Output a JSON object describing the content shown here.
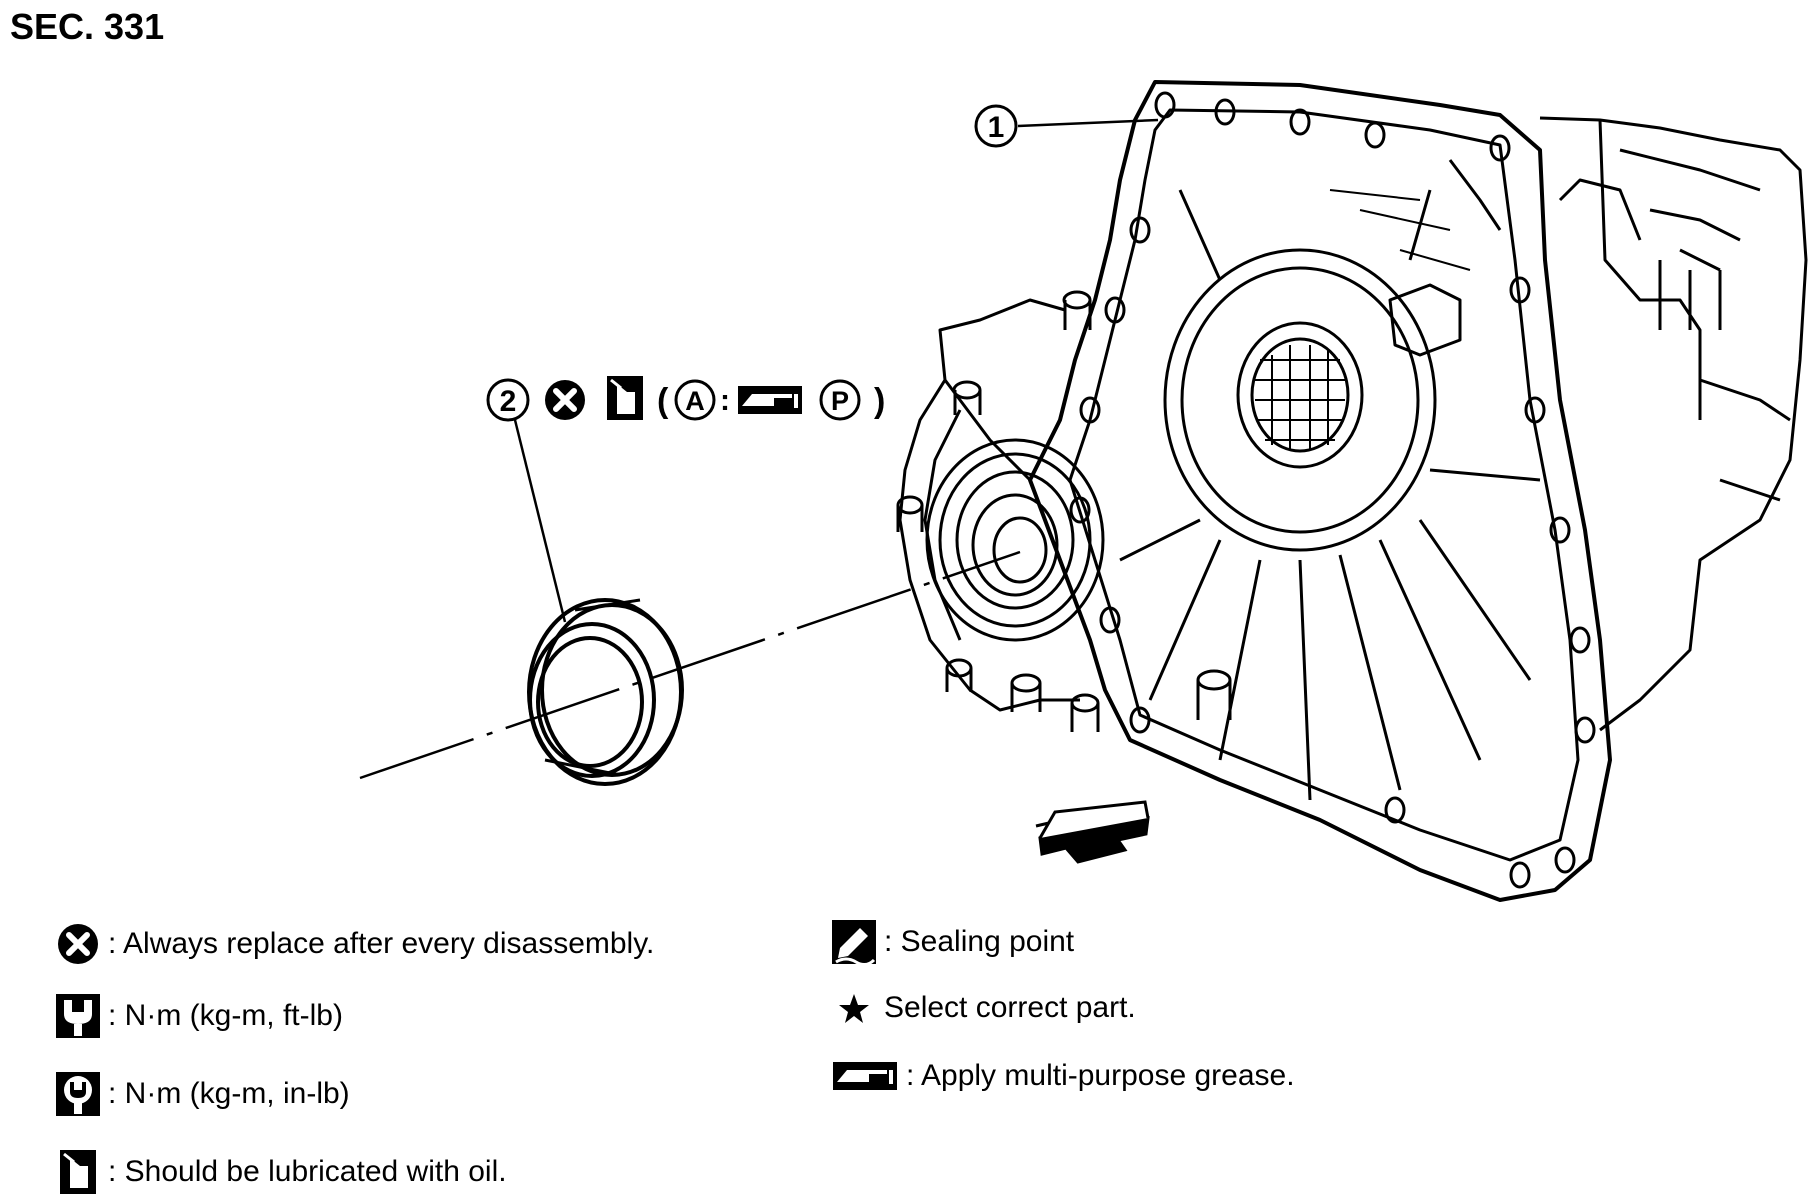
{
  "header": {
    "section": "SEC. 331"
  },
  "callouts": {
    "part1": {
      "number": "1"
    },
    "part2": {
      "number": "2",
      "paren_open": "(",
      "sub_label": "A",
      "colon": ":",
      "sub_code": "P",
      "paren_close": ")",
      "icons": [
        "replace-icon",
        "oil-can-icon",
        "grease-icon"
      ]
    }
  },
  "legend": {
    "replace": {
      "icon": "replace-icon",
      "text": ": Always replace after every disassembly."
    },
    "torque_ftlb": {
      "icon": "torque-wrench-icon",
      "text": ": N·m (kg-m, ft-lb)"
    },
    "torque_inlb": {
      "icon": "torque-wrench-in-icon",
      "text": ": N·m (kg-m, in-lb)"
    },
    "oil": {
      "icon": "oil-can-icon",
      "text": ": Should be lubricated with oil."
    },
    "sealing": {
      "icon": "sealant-icon",
      "text": ": Sealing point"
    },
    "select": {
      "icon": "star-icon",
      "text": "Select correct part."
    },
    "grease": {
      "icon": "grease-icon",
      "text": ": Apply multi-purpose grease."
    }
  }
}
